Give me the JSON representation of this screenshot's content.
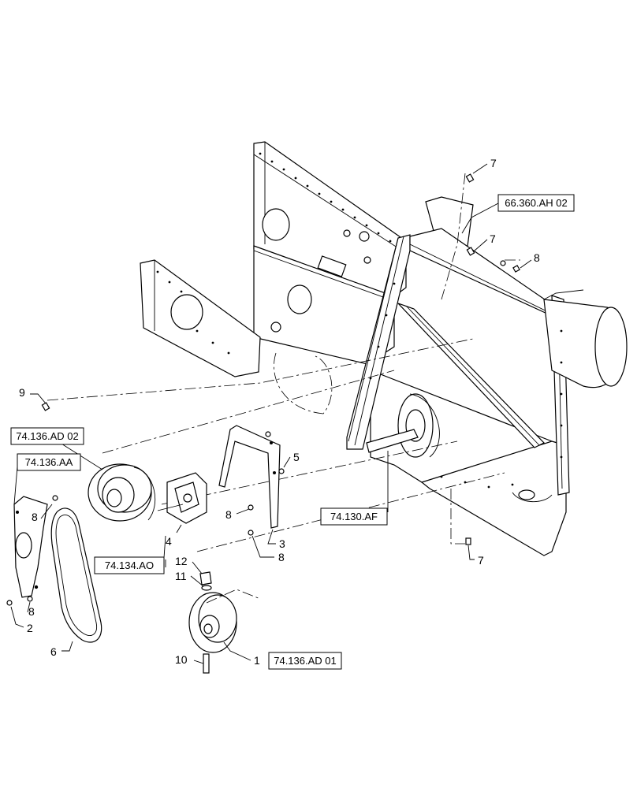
{
  "diagram": {
    "references": [
      {
        "id": "ref-66-360-ah-02",
        "text": "66.360.AH 02"
      },
      {
        "id": "ref-74-136-ad-02",
        "text": "74.136.AD 02"
      },
      {
        "id": "ref-74-136-aa",
        "text": "74.136.AA"
      },
      {
        "id": "ref-74-130-af",
        "text": "74.130.AF"
      },
      {
        "id": "ref-74-134-ao",
        "text": "74.134.AO"
      },
      {
        "id": "ref-74-136-ad-01",
        "text": "74.136.AD 01"
      }
    ],
    "callouts": [
      {
        "id": "c7a",
        "text": "7"
      },
      {
        "id": "c7b",
        "text": "7"
      },
      {
        "id": "c8a",
        "text": "8"
      },
      {
        "id": "c9",
        "text": "9"
      },
      {
        "id": "c5",
        "text": "5"
      },
      {
        "id": "c8b",
        "text": "8"
      },
      {
        "id": "c8c",
        "text": "8"
      },
      {
        "id": "c3",
        "text": "3"
      },
      {
        "id": "c4",
        "text": "4"
      },
      {
        "id": "c8d",
        "text": "8"
      },
      {
        "id": "c8e",
        "text": "8"
      },
      {
        "id": "c2",
        "text": "2"
      },
      {
        "id": "c6",
        "text": "6"
      },
      {
        "id": "c12",
        "text": "12"
      },
      {
        "id": "c11",
        "text": "11"
      },
      {
        "id": "c10",
        "text": "10"
      },
      {
        "id": "c1",
        "text": "1"
      },
      {
        "id": "c7c",
        "text": "7"
      }
    ]
  }
}
